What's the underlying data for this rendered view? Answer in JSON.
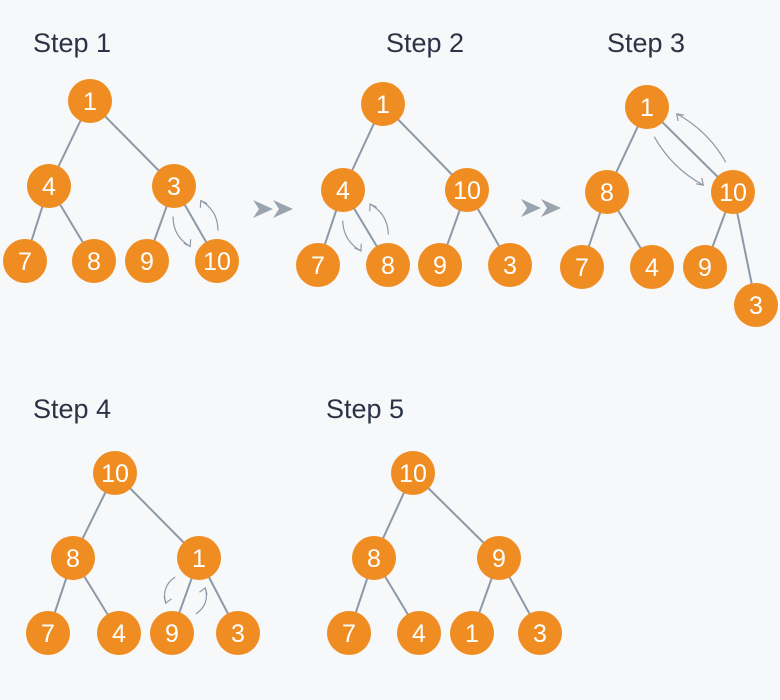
{
  "steps": [
    {
      "title": "Step 1",
      "nodes": [
        "1",
        "4",
        "3",
        "7",
        "8",
        "9",
        "10"
      ],
      "edges": [
        [
          "1",
          "4"
        ],
        [
          "1",
          "3"
        ],
        [
          "4",
          "7"
        ],
        [
          "4",
          "8"
        ],
        [
          "3",
          "9"
        ],
        [
          "3",
          "10"
        ]
      ],
      "swap": [
        "3",
        "10"
      ]
    },
    {
      "title": "Step 2",
      "nodes": [
        "1",
        "4",
        "10",
        "7",
        "8",
        "9",
        "3"
      ],
      "edges": [
        [
          "1",
          "4"
        ],
        [
          "1",
          "10"
        ],
        [
          "4",
          "7"
        ],
        [
          "4",
          "8"
        ],
        [
          "10",
          "9"
        ],
        [
          "10",
          "3"
        ]
      ],
      "swap": [
        "4",
        "8"
      ]
    },
    {
      "title": "Step 3",
      "nodes": [
        "1",
        "8",
        "10",
        "7",
        "4",
        "9",
        "3"
      ],
      "edges": [
        [
          "1",
          "8"
        ],
        [
          "1",
          "10"
        ],
        [
          "8",
          "7"
        ],
        [
          "8",
          "4"
        ],
        [
          "10",
          "9"
        ],
        [
          "10",
          "3"
        ]
      ],
      "swap": [
        "1",
        "10"
      ]
    },
    {
      "title": "Step 4",
      "nodes": [
        "10",
        "8",
        "1",
        "7",
        "4",
        "9",
        "3"
      ],
      "edges": [
        [
          "10",
          "8"
        ],
        [
          "10",
          "1"
        ],
        [
          "8",
          "7"
        ],
        [
          "8",
          "4"
        ],
        [
          "1",
          "9"
        ],
        [
          "1",
          "3"
        ]
      ],
      "swap": [
        "1",
        "9"
      ]
    },
    {
      "title": "Step 5",
      "nodes": [
        "10",
        "8",
        "9",
        "7",
        "4",
        "1",
        "3"
      ],
      "edges": [
        [
          "10",
          "8"
        ],
        [
          "10",
          "9"
        ],
        [
          "8",
          "7"
        ],
        [
          "8",
          "4"
        ],
        [
          "9",
          "1"
        ],
        [
          "9",
          "3"
        ]
      ],
      "swap": null
    }
  ],
  "colors": {
    "node": "#ef8d22",
    "node_text": "#ffffff",
    "edge": "#8d99a6",
    "title": "#2b3344",
    "background": "#f7f8fa"
  }
}
